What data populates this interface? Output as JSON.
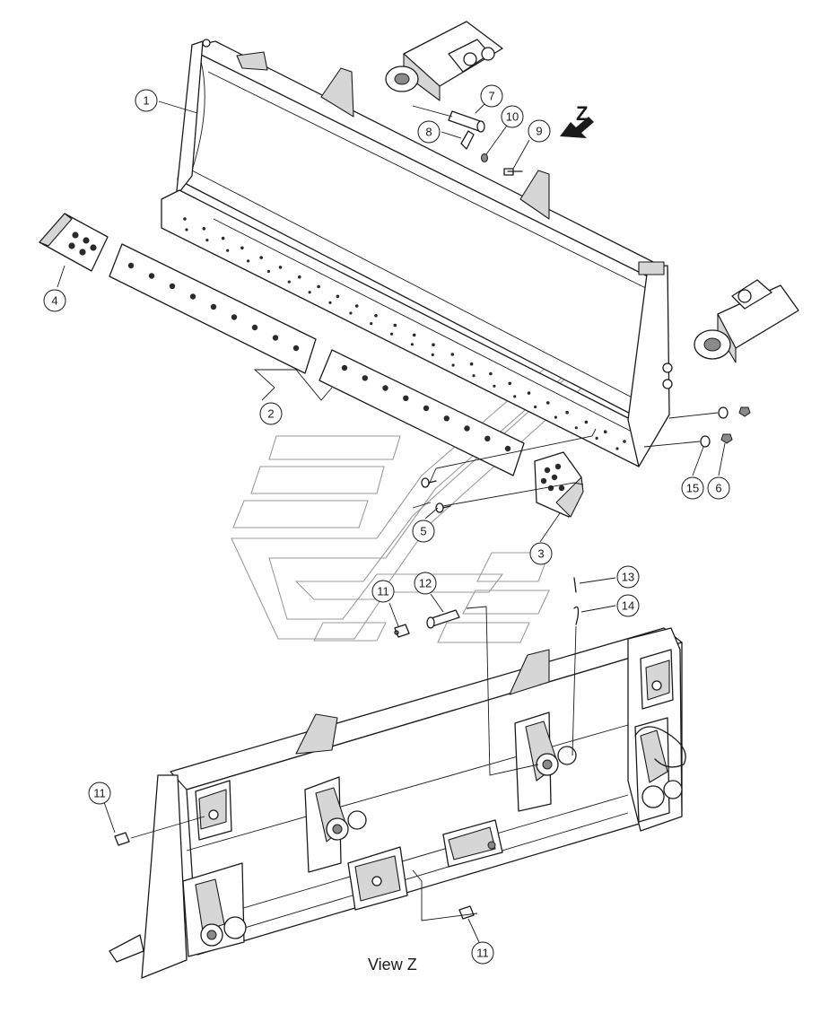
{
  "callouts": [
    {
      "label": "1"
    },
    {
      "label": "2"
    },
    {
      "label": "3"
    },
    {
      "label": "4"
    },
    {
      "label": "5"
    },
    {
      "label": "6"
    },
    {
      "label": "7"
    },
    {
      "label": "8"
    },
    {
      "label": "9"
    },
    {
      "label": "10"
    },
    {
      "label": "11"
    },
    {
      "label": "12"
    },
    {
      "label": "13"
    },
    {
      "label": "14"
    },
    {
      "label": "15"
    },
    {
      "label": "11"
    },
    {
      "label": "11"
    }
  ],
  "view_arrow_label": "Z",
  "view_caption": "View Z"
}
